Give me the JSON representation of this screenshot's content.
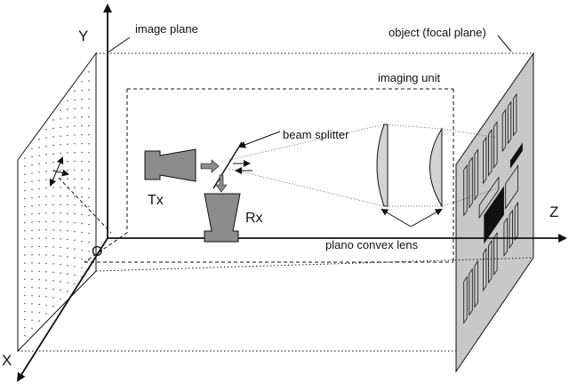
{
  "labels": {
    "y_axis": "Y",
    "z_axis": "Z",
    "x_axis": "X",
    "origin": "O",
    "image_plane": "image plane",
    "object": "object (focal plane)",
    "imaging_unit": "imaging unit",
    "beam_splitter": "beam splitter",
    "tx": "Tx",
    "rx": "Rx",
    "lens": "plano convex lens"
  },
  "colors": {
    "ink": "#111111",
    "component_fill": "#8c8c8c",
    "lens_fill": "#d4d4d4",
    "target_fill": "#c8c8c8"
  }
}
